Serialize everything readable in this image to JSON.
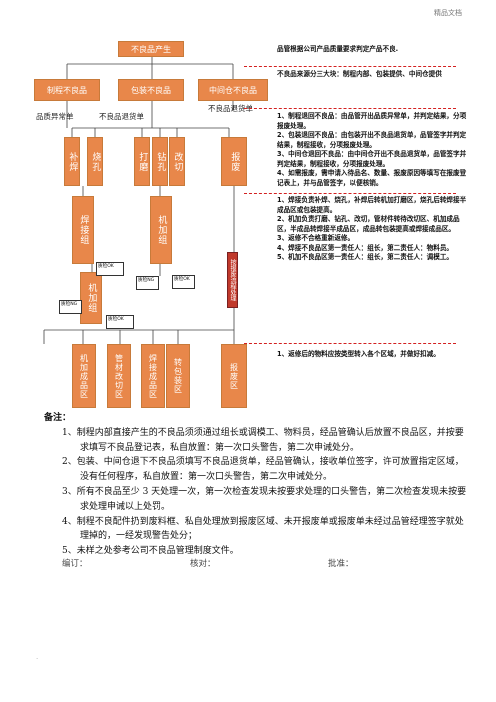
{
  "header": {
    "tag": "精品文档"
  },
  "flow": {
    "top_box": "不良品产生",
    "sources": [
      "制程不良品",
      "包装不良品",
      "中间仓不良品"
    ],
    "return_labels": [
      "品质异常单",
      "不良品退货单",
      "不良品退货单"
    ],
    "group1": [
      "补焊",
      "烧孔"
    ],
    "group2": [
      "打磨",
      "钻孔",
      "改切"
    ],
    "scrap_top": "报废",
    "weld": "焊接组",
    "machining": "机加组",
    "machining2": "机加组",
    "outputs": [
      "机加成品区",
      "管材改切区",
      "焊接成品区",
      "转包装区"
    ],
    "scrap_bottom": "报废区",
    "badges": [
      "质检OK",
      "质检OK",
      "质检NG",
      "质检OK",
      "质检NG"
    ],
    "red_box": "按报废流程处理"
  },
  "notes": [
    "品管根据公司产品质量要求判定产品不良.",
    "不良品来源分三大块：制程内部、包装提供、中间仓提供",
    "1、制程退回不良品：由品管开出品质异常单，并判定结果，分项报废处理。\n2、包装退回不良品：由包装开出不良品退货单，品管签字并判定结果，制程接收，分项报废处理。\n3、中间仓退回不良品：由中间仓开出不良品退货单，品管签字并判定结果，制程接收，分项报废处理。\n4、如需报废，需申请入待品名、数量、报废原因等填写在报废登记表上，并与品管签字，以便核销。",
    "1、焊接负责补焊、烧孔，补焊后转机加打磨区，烧孔后转焊接半成品区或包装提高。\n2、机加负责打磨、钻孔、改切，管材件转待改切区、机加成品区，半成品转焊接半成品区，成品转包装提高或焊接成品区。\n3、返修不合格重新返修。\n4、焊接不良品区第一责任人：组长，第二责任人：物料员。\n5、机加不良品区第一责任人：组长，第二责任人：调模工。",
    "1、返修后的物料应按类型转入各个区域，并做好扣减。"
  ],
  "remarks": {
    "title": "备注：",
    "items": [
      "1、制程内部直接产生的不良品须须通过组长或调模工、物料员，经品管确认后放置不良品区，并按要求填写不良品登记表，私自放置：第一次口头警告，第二次申诫处分。",
      "2、包装、中间仓退下不良品须填写不良品退货单，经品管确认，接收单位签字，许可放置指定区域，没有任何程序，私自放置：第一次口头警告，第二次申诫处分。",
      "3、所有不良品至少 3 天处理一次，第一次检查发现未按要求处理的口头警告，第二次检查发现未按要求处理申诫以上处罚。",
      "4、制程不良配件扔到废料框、私自处理放到报废区域、未开报废单或报废单未经过品管经理签字就处理掉的，一经发现警告处分；",
      "5、未样之处参考公司不良品管理制度文件。"
    ]
  },
  "footer": {
    "compile": "编订：",
    "review": "核对：",
    "approve": "批准："
  },
  "page_mark": "."
}
